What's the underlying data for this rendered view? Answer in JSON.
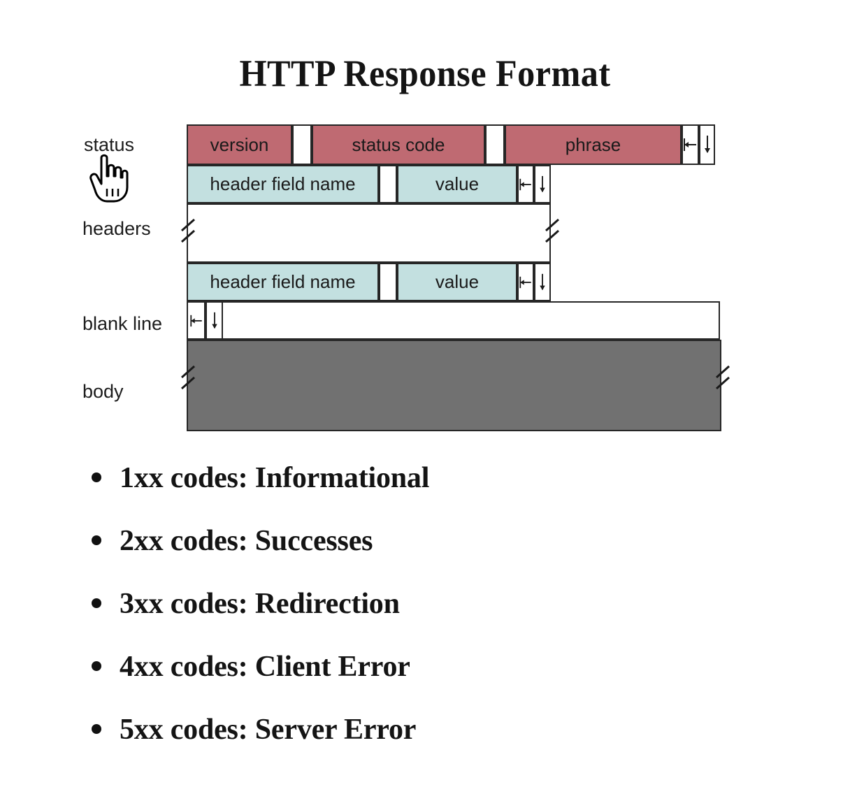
{
  "title": "HTTP Response Format",
  "diagram": {
    "labels": {
      "status": "status",
      "headers": "headers",
      "blank_line": "blank line",
      "body": "body"
    },
    "status_line": {
      "fields": [
        "version",
        "status code",
        "phrase"
      ],
      "terminator": [
        "cr-marker",
        "lf-marker"
      ],
      "color": "#bf6a72"
    },
    "header_line_1": {
      "fields": [
        "header field name",
        "value"
      ],
      "terminator": [
        "cr-marker",
        "lf-marker"
      ],
      "color": "#c3e0e0"
    },
    "header_line_2": {
      "fields": [
        "header field name",
        "value"
      ],
      "terminator": [
        "cr-marker",
        "lf-marker"
      ],
      "color": "#c3e0e0"
    },
    "blank_line_row": {
      "terminator": [
        "cr-marker",
        "lf-marker"
      ],
      "color": "#ffffff"
    },
    "body_row": {
      "color": "#717171"
    },
    "break_marks": 6
  },
  "bullets": [
    {
      "code": "1xx codes:",
      "meaning": "Informational",
      "text": "1xx codes:  Informational"
    },
    {
      "code": "2xx codes:",
      "meaning": "Successes",
      "text": "2xx codes:  Successes"
    },
    {
      "code": "3xx codes:",
      "meaning": "Redirection",
      "text": "3xx codes:  Redirection"
    },
    {
      "code": "4xx codes:",
      "meaning": "Client Error",
      "text": "4xx codes:  Client Error"
    },
    {
      "code": "5xx codes:",
      "meaning": "Server Error",
      "text": "5xx codes:  Server Error"
    }
  ],
  "cursor": {
    "type": "pointing-hand-cursor"
  }
}
